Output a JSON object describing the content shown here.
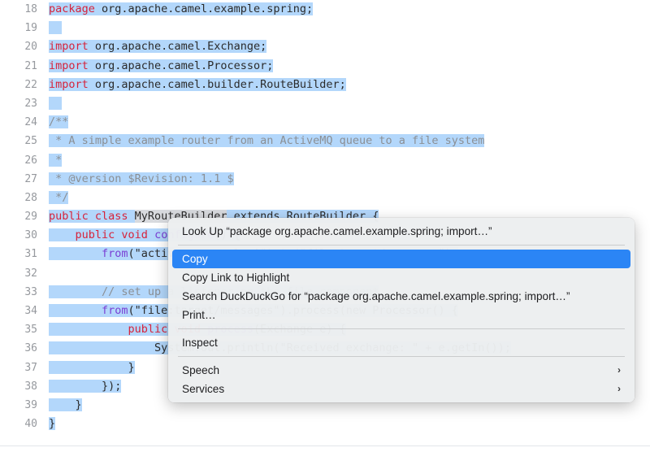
{
  "editor": {
    "first_line_number": 18,
    "selection_color": "#b3d7fb",
    "keyword_color": "#d6233b",
    "method_color": "#7a3fd4",
    "comment_color": "#8b8f94",
    "lines": [
      {
        "n": "18",
        "segments": [
          {
            "t": "package ",
            "c": "kw",
            "sel": true
          },
          {
            "t": "org.apache.camel.example.spring;",
            "c": "plain",
            "sel": true
          }
        ]
      },
      {
        "n": "19",
        "segments": [
          {
            "t": "  ",
            "c": "plain",
            "sel": true
          }
        ]
      },
      {
        "n": "20",
        "segments": [
          {
            "t": "import ",
            "c": "kw",
            "sel": true
          },
          {
            "t": "org.apache.camel.Exchange;",
            "c": "plain",
            "sel": true
          }
        ]
      },
      {
        "n": "21",
        "segments": [
          {
            "t": "import ",
            "c": "kw",
            "sel": true
          },
          {
            "t": "org.apache.camel.Processor;",
            "c": "plain",
            "sel": true
          }
        ]
      },
      {
        "n": "22",
        "segments": [
          {
            "t": "import ",
            "c": "kw",
            "sel": true
          },
          {
            "t": "org.apache.camel.builder.RouteBuilder;",
            "c": "plain",
            "sel": true
          }
        ]
      },
      {
        "n": "23",
        "segments": [
          {
            "t": "  ",
            "c": "plain",
            "sel": true
          }
        ]
      },
      {
        "n": "24",
        "segments": [
          {
            "t": "/**",
            "c": "cmt",
            "sel": true
          }
        ]
      },
      {
        "n": "25",
        "segments": [
          {
            "t": " * A simple example router from an ActiveMQ queue to a file system",
            "c": "cmt",
            "sel": true
          }
        ]
      },
      {
        "n": "26",
        "segments": [
          {
            "t": " *",
            "c": "cmt",
            "sel": true
          }
        ]
      },
      {
        "n": "27",
        "segments": [
          {
            "t": " * @version $Revision: 1.1 $",
            "c": "cmt",
            "sel": true
          }
        ]
      },
      {
        "n": "28",
        "segments": [
          {
            "t": " */",
            "c": "cmt",
            "sel": true
          }
        ]
      },
      {
        "n": "29",
        "segments": [
          {
            "t": "public class ",
            "c": "kw",
            "sel": true
          },
          {
            "t": "MyRouteBuilder",
            "c": "cls",
            "sel": true
          },
          {
            "t": " extends RouteBuilder {",
            "c": "plain",
            "sel": true
          }
        ]
      },
      {
        "n": "30",
        "segments": [
          {
            "t": "    ",
            "c": "plain",
            "sel": true
          },
          {
            "t": "public void ",
            "c": "kw",
            "sel": true
          },
          {
            "t": "configure",
            "c": "fn",
            "sel": true
          },
          {
            "t": "() {",
            "c": "plain",
            "sel": true
          }
        ]
      },
      {
        "n": "31",
        "segments": [
          {
            "t": "        ",
            "c": "plain",
            "sel": true
          },
          {
            "t": "from",
            "c": "fn",
            "sel": true
          },
          {
            "t": "(\"activemq:example.A\").to(\"file:target/messages\");",
            "c": "plain",
            "sel": true
          }
        ]
      },
      {
        "n": "32",
        "segments": [
          {
            "t": "",
            "c": "plain",
            "sel": false
          }
        ]
      },
      {
        "n": "33",
        "segments": [
          {
            "t": "        ",
            "c": "plain",
            "sel": true
          },
          {
            "t": "// set up a listener on the file component",
            "c": "cmt",
            "sel": true
          }
        ]
      },
      {
        "n": "34",
        "segments": [
          {
            "t": "        ",
            "c": "plain",
            "sel": true
          },
          {
            "t": "from",
            "c": "fn",
            "sel": true
          },
          {
            "t": "(\"file:target/messages\").process(new Processor() {",
            "c": "plain",
            "sel": true
          }
        ]
      },
      {
        "n": "35",
        "segments": [
          {
            "t": "            ",
            "c": "plain",
            "sel": true
          },
          {
            "t": "public void ",
            "c": "kw",
            "sel": true
          },
          {
            "t": "process",
            "c": "fn",
            "sel": true
          },
          {
            "t": "(Exchange e) {",
            "c": "plain",
            "sel": true
          }
        ]
      },
      {
        "n": "36",
        "segments": [
          {
            "t": "                ",
            "c": "plain",
            "sel": true
          },
          {
            "t": "System.out.println(\"Received exchange: \" + e.getIn());",
            "c": "plain",
            "sel": true
          }
        ]
      },
      {
        "n": "37",
        "segments": [
          {
            "t": "            }",
            "c": "plain",
            "sel": true
          }
        ]
      },
      {
        "n": "38",
        "segments": [
          {
            "t": "        });",
            "c": "plain",
            "sel": true
          }
        ]
      },
      {
        "n": "39",
        "segments": [
          {
            "t": "    }",
            "c": "plain",
            "sel": true
          }
        ]
      },
      {
        "n": "40",
        "segments": [
          {
            "t": "}",
            "c": "plain",
            "sel": true
          }
        ]
      }
    ]
  },
  "context_menu": {
    "highlight_color": "#2b85f5",
    "groups": [
      {
        "items": [
          {
            "label": "Look Up “package org.apache.camel.example.spring;  import…”",
            "name": "menu-item-look-up",
            "selected": false,
            "submenu": false
          }
        ]
      },
      {
        "items": [
          {
            "label": "Copy",
            "name": "menu-item-copy",
            "selected": true,
            "submenu": false
          },
          {
            "label": "Copy Link to Highlight",
            "name": "menu-item-copy-link-to-highlight",
            "selected": false,
            "submenu": false
          },
          {
            "label": "Search DuckDuckGo for “package org.apache.camel.example.spring;  import…”",
            "name": "menu-item-search-duckduckgo",
            "selected": false,
            "submenu": false
          },
          {
            "label": "Print…",
            "name": "menu-item-print",
            "selected": false,
            "submenu": false
          }
        ]
      },
      {
        "items": [
          {
            "label": "Inspect",
            "name": "menu-item-inspect",
            "selected": false,
            "submenu": false
          }
        ]
      },
      {
        "items": [
          {
            "label": "Speech",
            "name": "menu-item-speech",
            "selected": false,
            "submenu": true,
            "arrow": "›"
          },
          {
            "label": "Services",
            "name": "menu-item-services",
            "selected": false,
            "submenu": true,
            "arrow": "›"
          }
        ]
      }
    ]
  }
}
